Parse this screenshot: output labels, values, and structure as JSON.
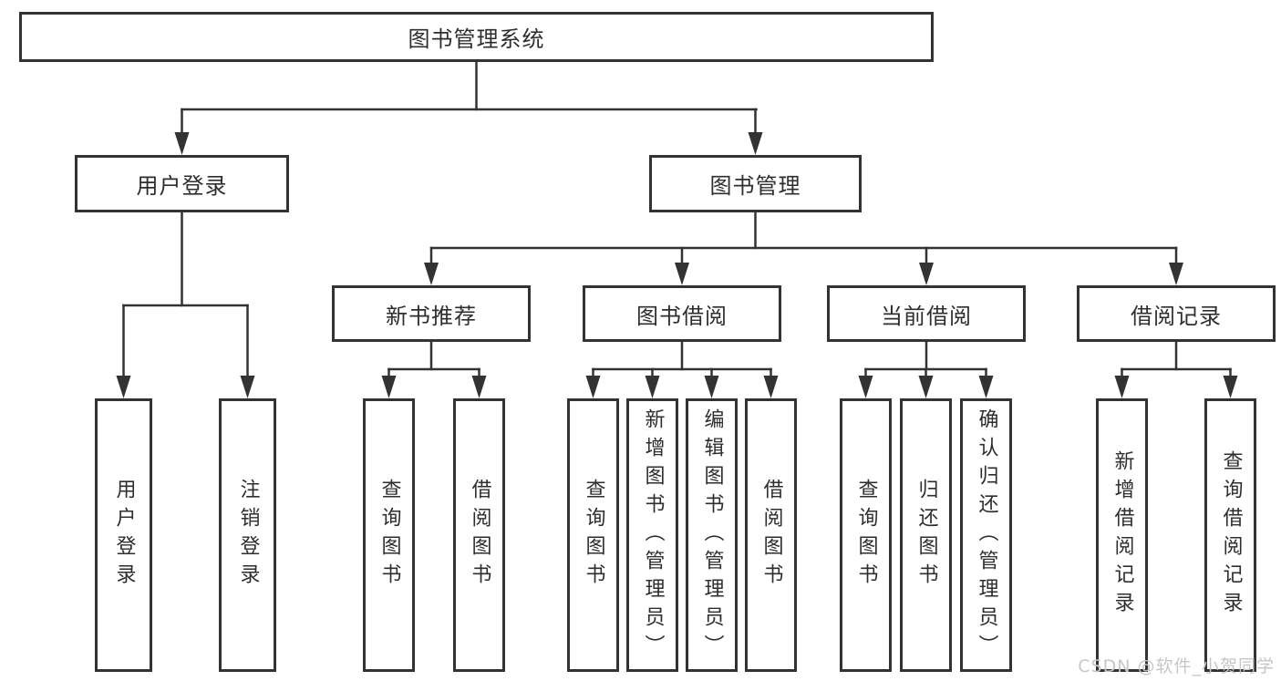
{
  "page": {
    "background": "#ffffff"
  },
  "colors": {
    "line": "#333333",
    "box_border": "#333333",
    "text": "#2e2e2e",
    "watermark": "#c6c6c6"
  },
  "watermark": {
    "text": "CSDN @软件_小贺同学"
  },
  "tree": {
    "root": {
      "label": "图书管理系统"
    },
    "branches": [
      {
        "label": "用户登录",
        "children": [
          {
            "label": "用户登录"
          },
          {
            "label": "注销登录"
          }
        ]
      },
      {
        "label": "图书管理",
        "children": [
          {
            "label": "新书推荐",
            "children": [
              {
                "label": "查询图书"
              },
              {
                "label": "借阅图书"
              }
            ]
          },
          {
            "label": "图书借阅",
            "children": [
              {
                "label": "查询图书"
              },
              {
                "label": "新增图书（管理员）"
              },
              {
                "label": "编辑图书（管理员）"
              },
              {
                "label": "借阅图书"
              }
            ]
          },
          {
            "label": "当前借阅",
            "children": [
              {
                "label": "查询图书"
              },
              {
                "label": "归还图书"
              },
              {
                "label": "确认归还（管理员）"
              }
            ]
          },
          {
            "label": "借阅记录",
            "children": [
              {
                "label": "新增借阅记录"
              },
              {
                "label": "查询借阅记录"
              }
            ]
          }
        ]
      }
    ]
  }
}
